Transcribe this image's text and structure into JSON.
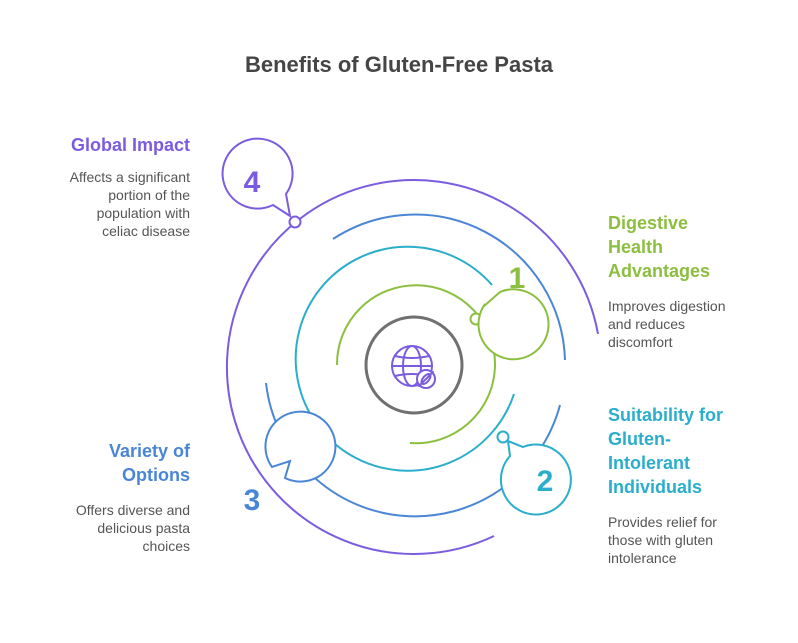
{
  "title": "Benefits of Gluten-Free Pasta",
  "center_icon": "globe-no-wheat-icon",
  "colors": {
    "ring1": "#8cbf3f",
    "ring2": "#2aaecb",
    "ring3": "#4a86d6",
    "ring4": "#7b5ce0",
    "center": "#707070"
  },
  "items": [
    {
      "number": "1",
      "heading": "Digestive\nHealth\nAdvantages",
      "description": "Improves digestion\nand reduces\ndiscomfort"
    },
    {
      "number": "2",
      "heading": "Suitability for\nGluten-\nIntolerant\nIndividuals",
      "description": "Provides relief for\nthose with gluten\nintolerance"
    },
    {
      "number": "3",
      "heading": "Variety of\nOptions",
      "description": "Offers diverse and\ndelicious pasta\nchoices"
    },
    {
      "number": "4",
      "heading": "Global Impact",
      "description": "Affects a significant\nportion of the\npopulation with\nceliac disease"
    }
  ]
}
